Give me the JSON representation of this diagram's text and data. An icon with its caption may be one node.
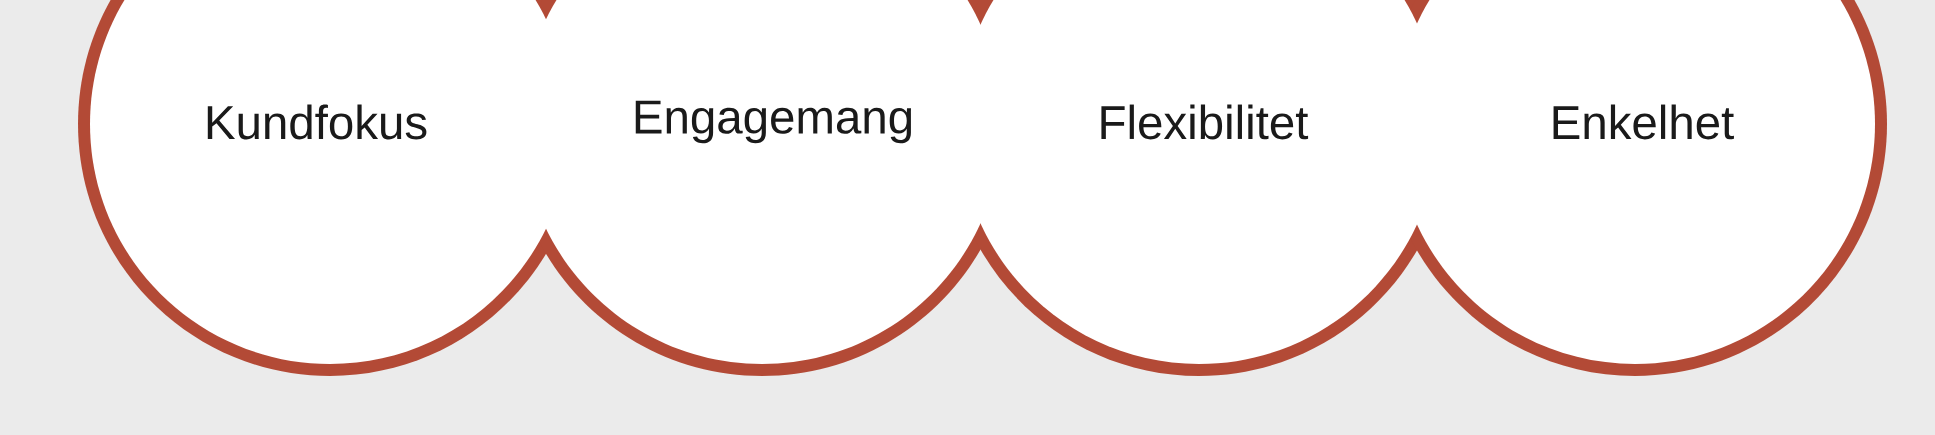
{
  "diagram": {
    "nodes": [
      {
        "text": [
          "Kundfokus"
        ]
      },
      {
        "text": [
          "Engagemang"
        ]
      },
      {
        "text": [
          "Flexibilitet"
        ]
      },
      {
        "text": [
          "Enkelhet"
        ]
      }
    ]
  }
}
